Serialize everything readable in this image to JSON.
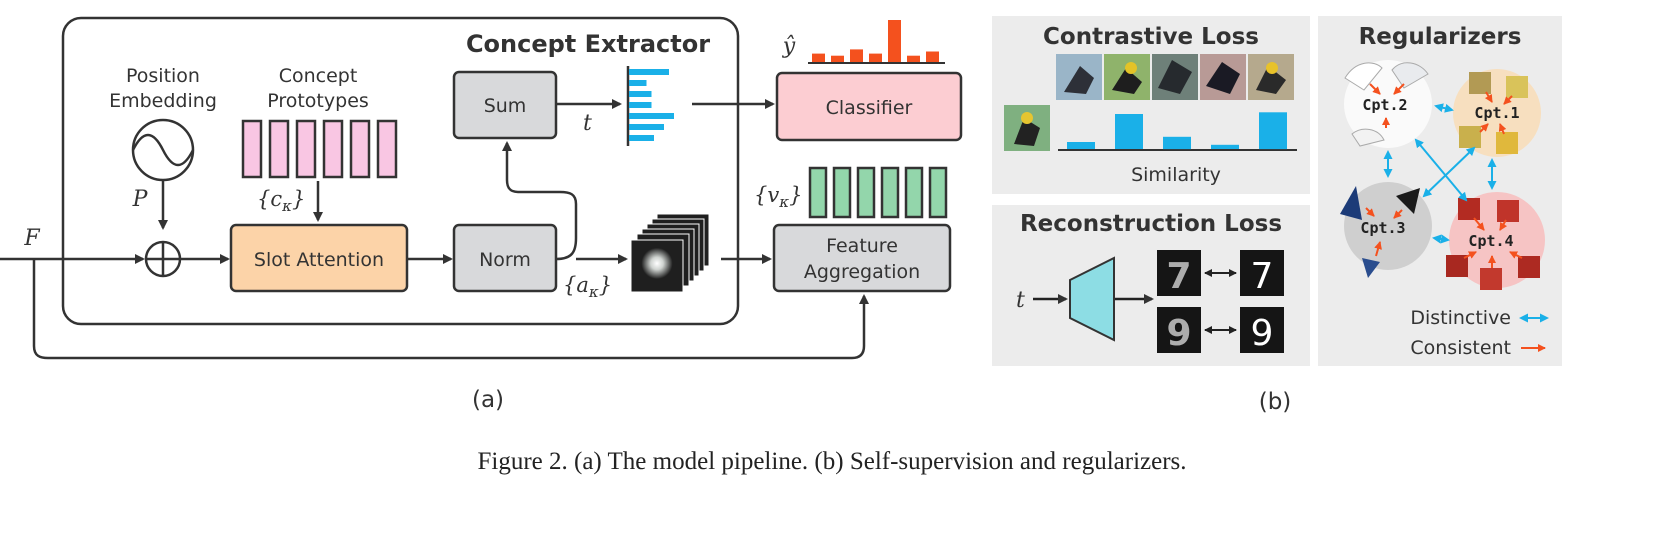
{
  "part_a": {
    "extractor_title": "Concept Extractor",
    "pos_line1": "Position",
    "pos_line2": "Embedding",
    "proto_line1": "Concept",
    "proto_line2": "Prototypes",
    "p_label": "P",
    "c_label": "{c",
    "c_sub": "κ",
    "c_close": "}",
    "f_label": "F",
    "slot_attention": "Slot Attention",
    "norm": "Norm",
    "sum": "Sum",
    "t_label": "t",
    "a_label": "{a",
    "a_sub": "κ",
    "a_close": "}",
    "yhat": "ŷ",
    "classifier": "Classifier",
    "v_label": "{v",
    "v_sub": "κ",
    "v_close": "}",
    "feat_line1": "Feature",
    "feat_line2": "Aggregation",
    "panel_label": "(a)"
  },
  "part_b": {
    "contrastive_title": "Contrastive Loss",
    "similarity": "Similarity",
    "reconstruction_title": "Reconstruction Loss",
    "t_label": "t",
    "digits_left": [
      "7",
      "9"
    ],
    "digits_right": [
      "7",
      "9"
    ],
    "regularizers_title": "Regularizers",
    "concepts": [
      "Cpt.2",
      "Cpt.1",
      "Cpt.3",
      "Cpt.4"
    ],
    "legend_distinctive": "Distinctive",
    "legend_consistent": "Consistent",
    "panel_label": "(b)"
  },
  "similarity_bars": [
    0.2,
    1.0,
    0.35,
    0.12,
    1.05
  ],
  "class_scores": [
    0.2,
    0.15,
    0.3,
    0.2,
    1.0,
    0.15,
    0.25
  ],
  "attention_t_bars": [
    0.8,
    0.35,
    0.45,
    0.45,
    0.9,
    0.7,
    0.5
  ],
  "colors": {
    "orange": "#f4511e",
    "blue": "#1ab0e8",
    "pink": "#f9c6e3",
    "slot": "#fcd3a8",
    "green": "#93d6ab",
    "classifier": "#fccdd2",
    "gray_box": "#d8d9db",
    "teal": "#8ddde4"
  },
  "caption": "Figure 2. (a) The model pipeline. (b) Self-supervision and regularizers."
}
